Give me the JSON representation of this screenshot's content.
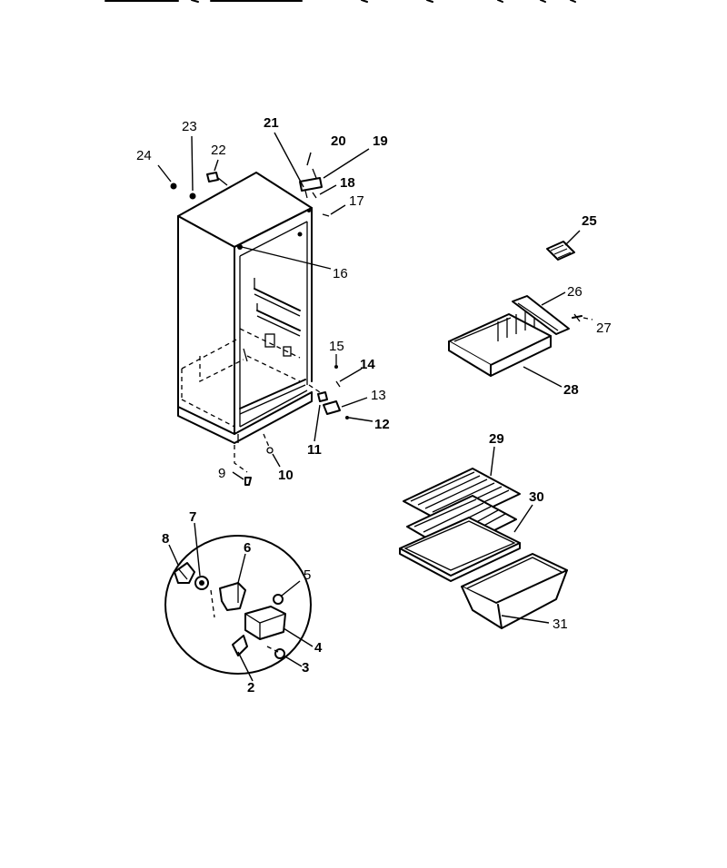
{
  "callouts": {
    "c2": "2",
    "c3": "3",
    "c4": "4",
    "c5": "5",
    "c6": "6",
    "c7": "7",
    "c8": "8",
    "c9": "9",
    "c10": "10",
    "c11": "11",
    "c12": "12",
    "c13": "13",
    "c14": "14",
    "c15": "15",
    "c16": "16",
    "c17": "17",
    "c18": "18",
    "c19": "19",
    "c20": "20",
    "c21": "21",
    "c22": "22",
    "c23": "23",
    "c24": "24",
    "c25": "25",
    "c26": "26",
    "c27": "27",
    "c28": "28",
    "c29": "29",
    "c30": "30",
    "c31": "31"
  }
}
